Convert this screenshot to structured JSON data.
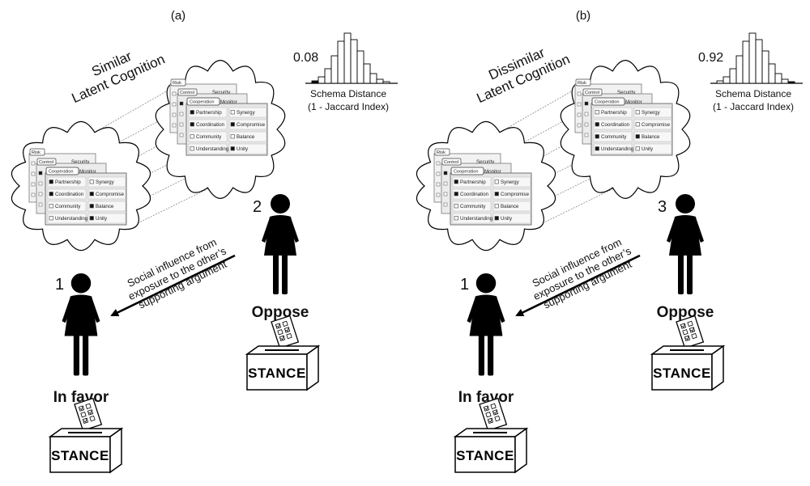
{
  "panels": [
    {
      "id": "a",
      "label": "(a)",
      "title_line1": "Similar",
      "title_line2": "Latent Cognition",
      "distance_value": "0.08",
      "histogram_caption_line1": "Schema Distance",
      "histogram_caption_line2": "(1 - Jaccard Index)",
      "histogram_highlight": "left",
      "person_left_number": "1",
      "person_left_stance": "In favor",
      "person_right_number": "2",
      "person_right_stance": "Oppose",
      "arrow_text": [
        "Social influence from",
        "exposure to the other’s",
        "supporting argument"
      ],
      "ballot_label": "STANCE",
      "cloud_left_cards": {
        "tag1": "Risk",
        "tag2": "Control",
        "tag3": "Cooperation",
        "items": [
          {
            "text": "Partnership",
            "checked": true
          },
          {
            "text": "Synergy",
            "checked": false
          },
          {
            "text": "Coordination",
            "checked": true
          },
          {
            "text": "Compromise",
            "checked": true
          },
          {
            "text": "Community",
            "checked": false
          },
          {
            "text": "Balance",
            "checked": true
          },
          {
            "text": "Understanding",
            "checked": false
          },
          {
            "text": "Unity",
            "checked": true
          }
        ],
        "peek_right": [
          "Security",
          "Monitor"
        ]
      },
      "cloud_right_cards": {
        "tag1": "Risk",
        "tag2": "Control",
        "tag3": "Cooperation",
        "items": [
          {
            "text": "Partnership",
            "checked": true
          },
          {
            "text": "Synergy",
            "checked": false
          },
          {
            "text": "Coordination",
            "checked": true
          },
          {
            "text": "Compromise",
            "checked": true
          },
          {
            "text": "Community",
            "checked": false
          },
          {
            "text": "Balance",
            "checked": false
          },
          {
            "text": "Understanding",
            "checked": false
          },
          {
            "text": "Unity",
            "checked": true
          }
        ],
        "peek_right": [
          "Security",
          "Monitor"
        ]
      }
    },
    {
      "id": "b",
      "label": "(b)",
      "title_line1": "Dissimilar",
      "title_line2": "Latent Cognition",
      "distance_value": "0.92",
      "histogram_caption_line1": "Schema Distance",
      "histogram_caption_line2": "(1 - Jaccard Index)",
      "histogram_highlight": "right",
      "person_left_number": "1",
      "person_left_stance": "In favor",
      "person_right_number": "3",
      "person_right_stance": "Oppose",
      "arrow_text": [
        "Social influence from",
        "exposure to the other’s",
        "supporting argument"
      ],
      "ballot_label": "STANCE",
      "cloud_left_cards": {
        "tag1": "Risk",
        "tag2": "Control",
        "tag3": "Cooperation",
        "items": [
          {
            "text": "Partnership",
            "checked": true
          },
          {
            "text": "Synergy",
            "checked": false
          },
          {
            "text": "Coordination",
            "checked": true
          },
          {
            "text": "Compromise",
            "checked": true
          },
          {
            "text": "Community",
            "checked": false
          },
          {
            "text": "Balance",
            "checked": false
          },
          {
            "text": "Understanding",
            "checked": false
          },
          {
            "text": "Unity",
            "checked": true
          }
        ],
        "peek_right": [
          "Security",
          "Monitor"
        ]
      },
      "cloud_right_cards": {
        "tag1": "Risk",
        "tag2": "Control",
        "tag3": "Cooperation",
        "items": [
          {
            "text": "Partnership",
            "checked": false
          },
          {
            "text": "Synergy",
            "checked": false
          },
          {
            "text": "Coordination",
            "checked": true
          },
          {
            "text": "Compromise",
            "checked": false
          },
          {
            "text": "Community",
            "checked": true
          },
          {
            "text": "Balance",
            "checked": true
          },
          {
            "text": "Understanding",
            "checked": true
          },
          {
            "text": "Unity",
            "checked": false
          }
        ],
        "peek_right": [
          "Security",
          "Monitor"
        ]
      }
    }
  ]
}
